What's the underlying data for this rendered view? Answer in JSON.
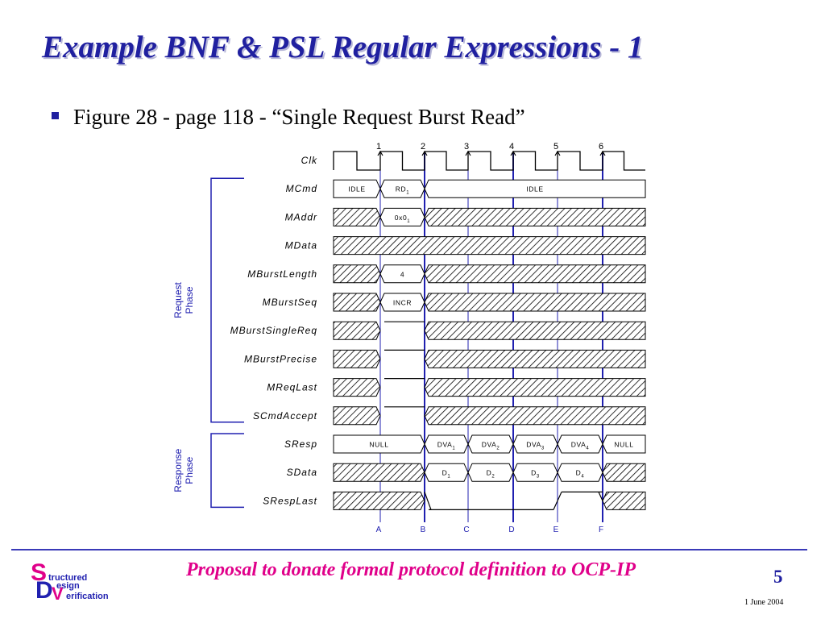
{
  "slide": {
    "title": "Example BNF & PSL Regular Expressions - 1",
    "bullet": "Figure 28 - page 118 - “Single Request Burst Read”",
    "footer_text": "Proposal to donate formal protocol definition to OCP-IP",
    "page_number": "5",
    "date": "1 June 2004",
    "logo": {
      "letter_s": "S",
      "letter_d": "D",
      "letter_v": "V",
      "word1": "tructured",
      "word2": "esign",
      "word3": "erification"
    }
  },
  "timing": {
    "clock_edge_labels": [
      "1",
      "2",
      "3",
      "4",
      "5",
      "6"
    ],
    "bottom_labels": [
      "A",
      "B",
      "C",
      "D",
      "E",
      "F"
    ],
    "groups": [
      {
        "name": "request-phase",
        "lines": [
          "Request",
          "Phase"
        ]
      },
      {
        "name": "response-phase",
        "lines": [
          "Response",
          "Phase"
        ]
      }
    ],
    "signals": [
      {
        "name": "Clk",
        "kind": "clock"
      },
      {
        "name": "MCmd",
        "kind": "bus",
        "segs": [
          {
            "s": 0,
            "e": 1,
            "t": "v",
            "label": "IDLE"
          },
          {
            "s": 1,
            "e": 2,
            "t": "v",
            "label": "RD",
            "sub": "1"
          },
          {
            "s": 2,
            "e": 7,
            "t": "v",
            "label": "IDLE"
          }
        ]
      },
      {
        "name": "MAddr",
        "kind": "bus",
        "segs": [
          {
            "s": 0,
            "e": 1,
            "t": "x"
          },
          {
            "s": 1,
            "e": 2,
            "t": "v",
            "label": "0x0",
            "sub": "1"
          },
          {
            "s": 2,
            "e": 7,
            "t": "x"
          }
        ]
      },
      {
        "name": "MData",
        "kind": "bus",
        "segs": [
          {
            "s": 0,
            "e": 7,
            "t": "x"
          }
        ]
      },
      {
        "name": "MBurstLength",
        "kind": "bus",
        "segs": [
          {
            "s": 0,
            "e": 1,
            "t": "x"
          },
          {
            "s": 1,
            "e": 2,
            "t": "v",
            "label": "4"
          },
          {
            "s": 2,
            "e": 7,
            "t": "x"
          }
        ]
      },
      {
        "name": "MBurstSeq",
        "kind": "bus",
        "segs": [
          {
            "s": 0,
            "e": 1,
            "t": "x"
          },
          {
            "s": 1,
            "e": 2,
            "t": "v",
            "label": "INCR"
          },
          {
            "s": 2,
            "e": 7,
            "t": "x"
          }
        ]
      },
      {
        "name": "MBurstSingleReq",
        "kind": "bit",
        "segs": [
          {
            "s": 0,
            "e": 1,
            "t": "x"
          },
          {
            "s": 1,
            "e": 2,
            "t": "high"
          },
          {
            "s": 2,
            "e": 7,
            "t": "x"
          }
        ]
      },
      {
        "name": "MBurstPrecise",
        "kind": "bit",
        "segs": [
          {
            "s": 0,
            "e": 1,
            "t": "x"
          },
          {
            "s": 1,
            "e": 2,
            "t": "high"
          },
          {
            "s": 2,
            "e": 7,
            "t": "x"
          }
        ]
      },
      {
        "name": "MReqLast",
        "kind": "bit",
        "segs": [
          {
            "s": 0,
            "e": 1,
            "t": "x"
          },
          {
            "s": 1,
            "e": 2,
            "t": "high"
          },
          {
            "s": 2,
            "e": 7,
            "t": "x"
          }
        ]
      },
      {
        "name": "SCmdAccept",
        "kind": "bit",
        "segs": [
          {
            "s": 0,
            "e": 1,
            "t": "x"
          },
          {
            "s": 1,
            "e": 2,
            "t": "high"
          },
          {
            "s": 2,
            "e": 7,
            "t": "x"
          }
        ]
      },
      {
        "name": "SResp",
        "kind": "bus",
        "segs": [
          {
            "s": 0,
            "e": 2,
            "t": "v",
            "label": "NULL"
          },
          {
            "s": 2,
            "e": 3,
            "t": "v",
            "label": "DVA",
            "sub": "1"
          },
          {
            "s": 3,
            "e": 4,
            "t": "v",
            "label": "DVA",
            "sub": "2"
          },
          {
            "s": 4,
            "e": 5,
            "t": "v",
            "label": "DVA",
            "sub": "3"
          },
          {
            "s": 5,
            "e": 6,
            "t": "v",
            "label": "DVA",
            "sub": "4"
          },
          {
            "s": 6,
            "e": 7,
            "t": "v",
            "label": "NULL"
          }
        ]
      },
      {
        "name": "SData",
        "kind": "bus",
        "segs": [
          {
            "s": 0,
            "e": 2,
            "t": "x"
          },
          {
            "s": 2,
            "e": 3,
            "t": "v",
            "label": "D",
            "sub": "1"
          },
          {
            "s": 3,
            "e": 4,
            "t": "v",
            "label": "D",
            "sub": "2"
          },
          {
            "s": 4,
            "e": 5,
            "t": "v",
            "label": "D",
            "sub": "3"
          },
          {
            "s": 5,
            "e": 6,
            "t": "v",
            "label": "D",
            "sub": "4"
          },
          {
            "s": 6,
            "e": 7,
            "t": "x"
          }
        ]
      },
      {
        "name": "SRespLast",
        "kind": "bit",
        "segs": [
          {
            "s": 0,
            "e": 2,
            "t": "x"
          },
          {
            "s": 2,
            "e": 5,
            "t": "low"
          },
          {
            "s": 5,
            "e": 6,
            "t": "high"
          },
          {
            "s": 6,
            "e": 7,
            "t": "x"
          }
        ]
      }
    ]
  },
  "colors": {
    "title": "#2020a0",
    "footer_text": "#e0008a",
    "accent_blue": "#2020b0",
    "logo_pink": "#e0008a"
  }
}
